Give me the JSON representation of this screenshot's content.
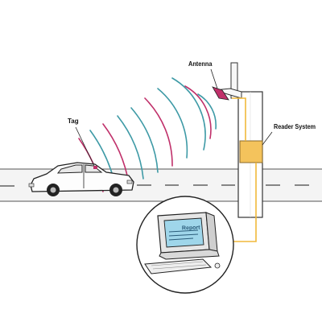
{
  "labels": {
    "antenna": "Antenna",
    "tag": "Tag",
    "reader_system": "Reader System",
    "screen_report": "Report"
  },
  "colors": {
    "wave_teal": "#3e9aa6",
    "wave_magenta": "#c0306a",
    "cable_yellow": "#f0b93a",
    "reader_box": "#f4c35c",
    "screen": "#9fd6ea",
    "road": "#f2f2f2",
    "outline": "#222222"
  }
}
